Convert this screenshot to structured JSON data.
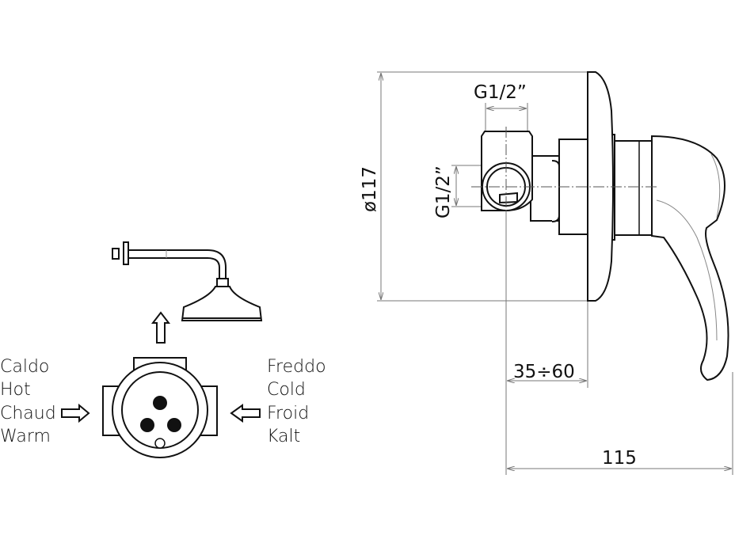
{
  "hot_labels": [
    "Caldo",
    "Hot",
    "Chaud",
    "Warm"
  ],
  "cold_labels": [
    "Freddo",
    "Cold",
    "Froid",
    "Kalt"
  ],
  "dimensions": {
    "plate_diameter": "ø117",
    "thread_top": "G1/2”",
    "thread_side": "G1/2”",
    "wall_depth": "35÷60",
    "total_depth": "115"
  }
}
